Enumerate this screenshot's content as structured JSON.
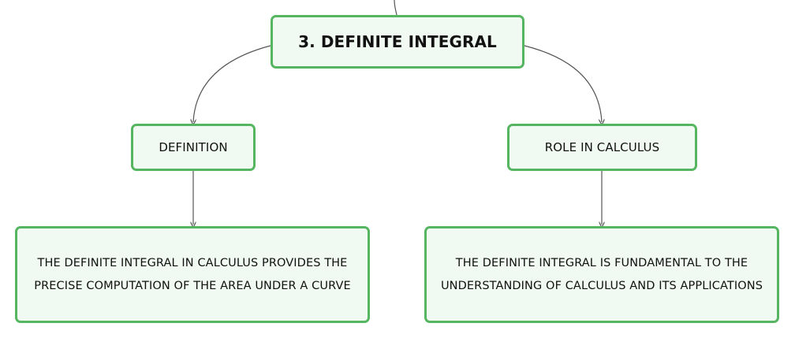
{
  "mindmap": {
    "root": {
      "label": "3. DEFINITE INTEGRAL"
    },
    "branches": [
      {
        "label": "DEFINITION",
        "detail": "THE DEFINITE INTEGRAL IN CALCULUS PROVIDES THE PRECISE COMPUTATION OF THE AREA UNDER A CURVE"
      },
      {
        "label": "ROLE IN CALCULUS",
        "detail": "THE DEFINITE INTEGRAL IS FUNDAMENTAL TO THE UNDERSTANDING OF CALCULUS AND ITS APPLICATIONS"
      }
    ]
  },
  "colors": {
    "node_border": "#55b560",
    "node_fill": "#f1faf2",
    "connector": "#555555",
    "text": "#111111"
  }
}
